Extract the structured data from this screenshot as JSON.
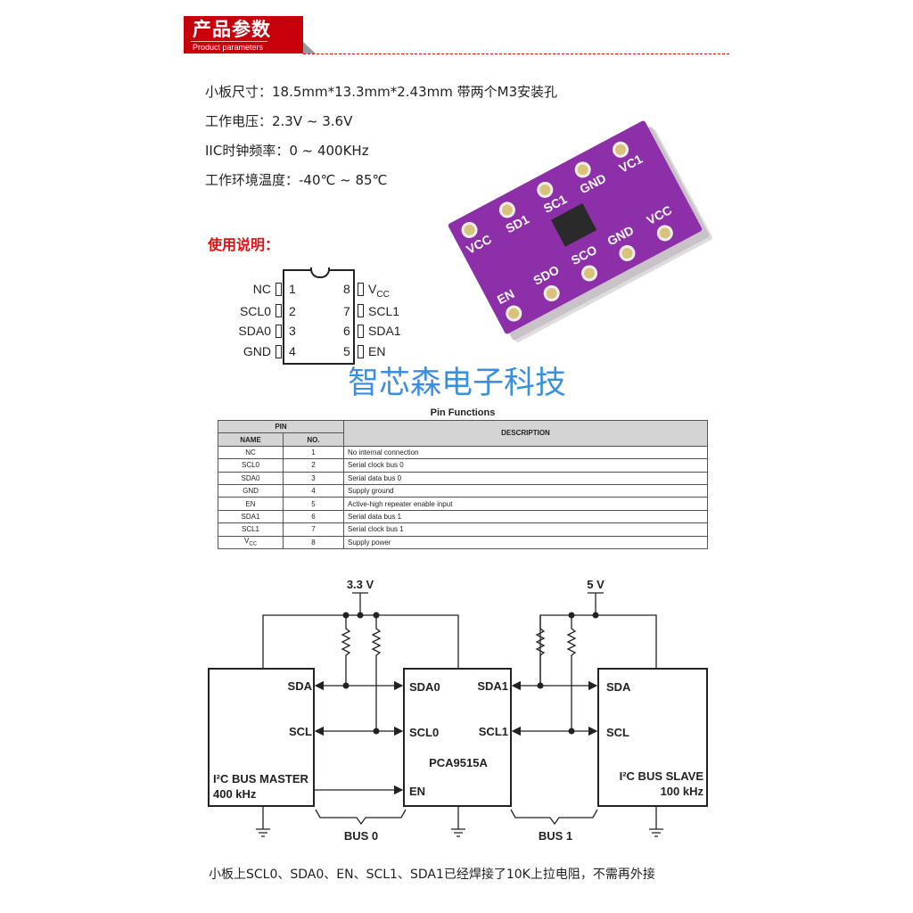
{
  "header": {
    "title_cn": "产品参数",
    "title_en": "Product parameters"
  },
  "specs": [
    "小板尺寸：18.5mm*13.3mm*2.43mm 带两个M3安装孔",
    "工作电压：2.3V ~ 3.6V",
    "IIC时钟频率：0 ~ 400KHz",
    "工作环境温度：-40℃ ~ 85℃"
  ],
  "usage_title": "使用说明：",
  "pinout": {
    "left": [
      {
        "name": "NC",
        "no": "1"
      },
      {
        "name": "SCL0",
        "no": "2"
      },
      {
        "name": "SDA0",
        "no": "3"
      },
      {
        "name": "GND",
        "no": "4"
      }
    ],
    "right": [
      {
        "no": "8",
        "name": "V",
        "sub": "CC"
      },
      {
        "no": "7",
        "name": "SCL1"
      },
      {
        "no": "6",
        "name": "SDA1"
      },
      {
        "no": "5",
        "name": "EN"
      }
    ]
  },
  "watermark": "智芯森电子科技",
  "board_labels": {
    "top": [
      "VCC",
      "SD1",
      "SC1",
      "GND",
      "VC1"
    ],
    "bottom": [
      "EN",
      "SDO",
      "SCO",
      "GND",
      "VCC"
    ]
  },
  "pin_table": {
    "title": "Pin Functions",
    "group_header": "PIN",
    "headers": [
      "NAME",
      "NO.",
      "DESCRIPTION"
    ],
    "rows": [
      [
        "NC",
        "1",
        "No internal connection"
      ],
      [
        "SCL0",
        "2",
        "Serial clock bus 0"
      ],
      [
        "SDA0",
        "3",
        "Serial data bus 0"
      ],
      [
        "GND",
        "4",
        "Supply ground"
      ],
      [
        "EN",
        "5",
        "Active-high repeater enable input"
      ],
      [
        "SDA1",
        "6",
        "Serial data bus 1"
      ],
      [
        "SCL1",
        "7",
        "Serial clock bus 1"
      ],
      [
        "V",
        "8",
        "Supply power"
      ]
    ],
    "vcc_sub": "CC"
  },
  "schematic": {
    "v_left": "3.3 V",
    "v_right": "5 V",
    "master": {
      "sda": "SDA",
      "scl": "SCL",
      "title": "I²C BUS MASTER",
      "speed": "400 kHz"
    },
    "chip": {
      "sda0": "SDA0",
      "scl0": "SCL0",
      "en": "EN",
      "sda1": "SDA1",
      "scl1": "SCL1",
      "name": "PCA9515A"
    },
    "slave": {
      "sda": "SDA",
      "scl": "SCL",
      "title": "I²C BUS SLAVE",
      "speed": "100 kHz"
    },
    "bus0": "BUS 0",
    "bus1": "BUS 1"
  },
  "footer": "小板上SCL0、SDA0、EN、SCL1、SDA1已经焊接了10K上拉电阻，不需再外接"
}
